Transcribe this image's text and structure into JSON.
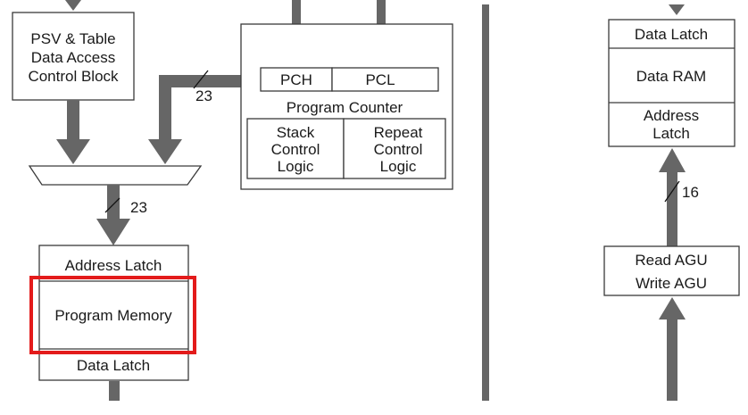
{
  "diagram": {
    "left": {
      "psv_block": [
        "PSV & Table",
        "Data Access",
        "Control Block"
      ],
      "bus_width_top": "23",
      "bus_width_mux_out": "23",
      "program_counter": {
        "pch": "PCH",
        "pcl": "PCL",
        "title": "Program Counter",
        "stack_logic": [
          "Stack",
          "Control",
          "Logic"
        ],
        "repeat_logic": [
          "Repeat",
          "Control",
          "Logic"
        ]
      },
      "program_memory": {
        "address_latch": "Address Latch",
        "memory": "Program Memory",
        "data_latch": "Data Latch"
      }
    },
    "right": {
      "data_ram": {
        "data_latch": "Data Latch",
        "memory": "Data RAM",
        "address_latch": [
          "Address",
          "Latch"
        ]
      },
      "bus_width": "16",
      "agu": [
        "Read AGU",
        "Write AGU"
      ]
    },
    "highlight": {
      "target": "Program Memory",
      "color": "#e31b1b"
    },
    "colors": {
      "bus": "#666666",
      "border": "#3a3a3a"
    }
  }
}
